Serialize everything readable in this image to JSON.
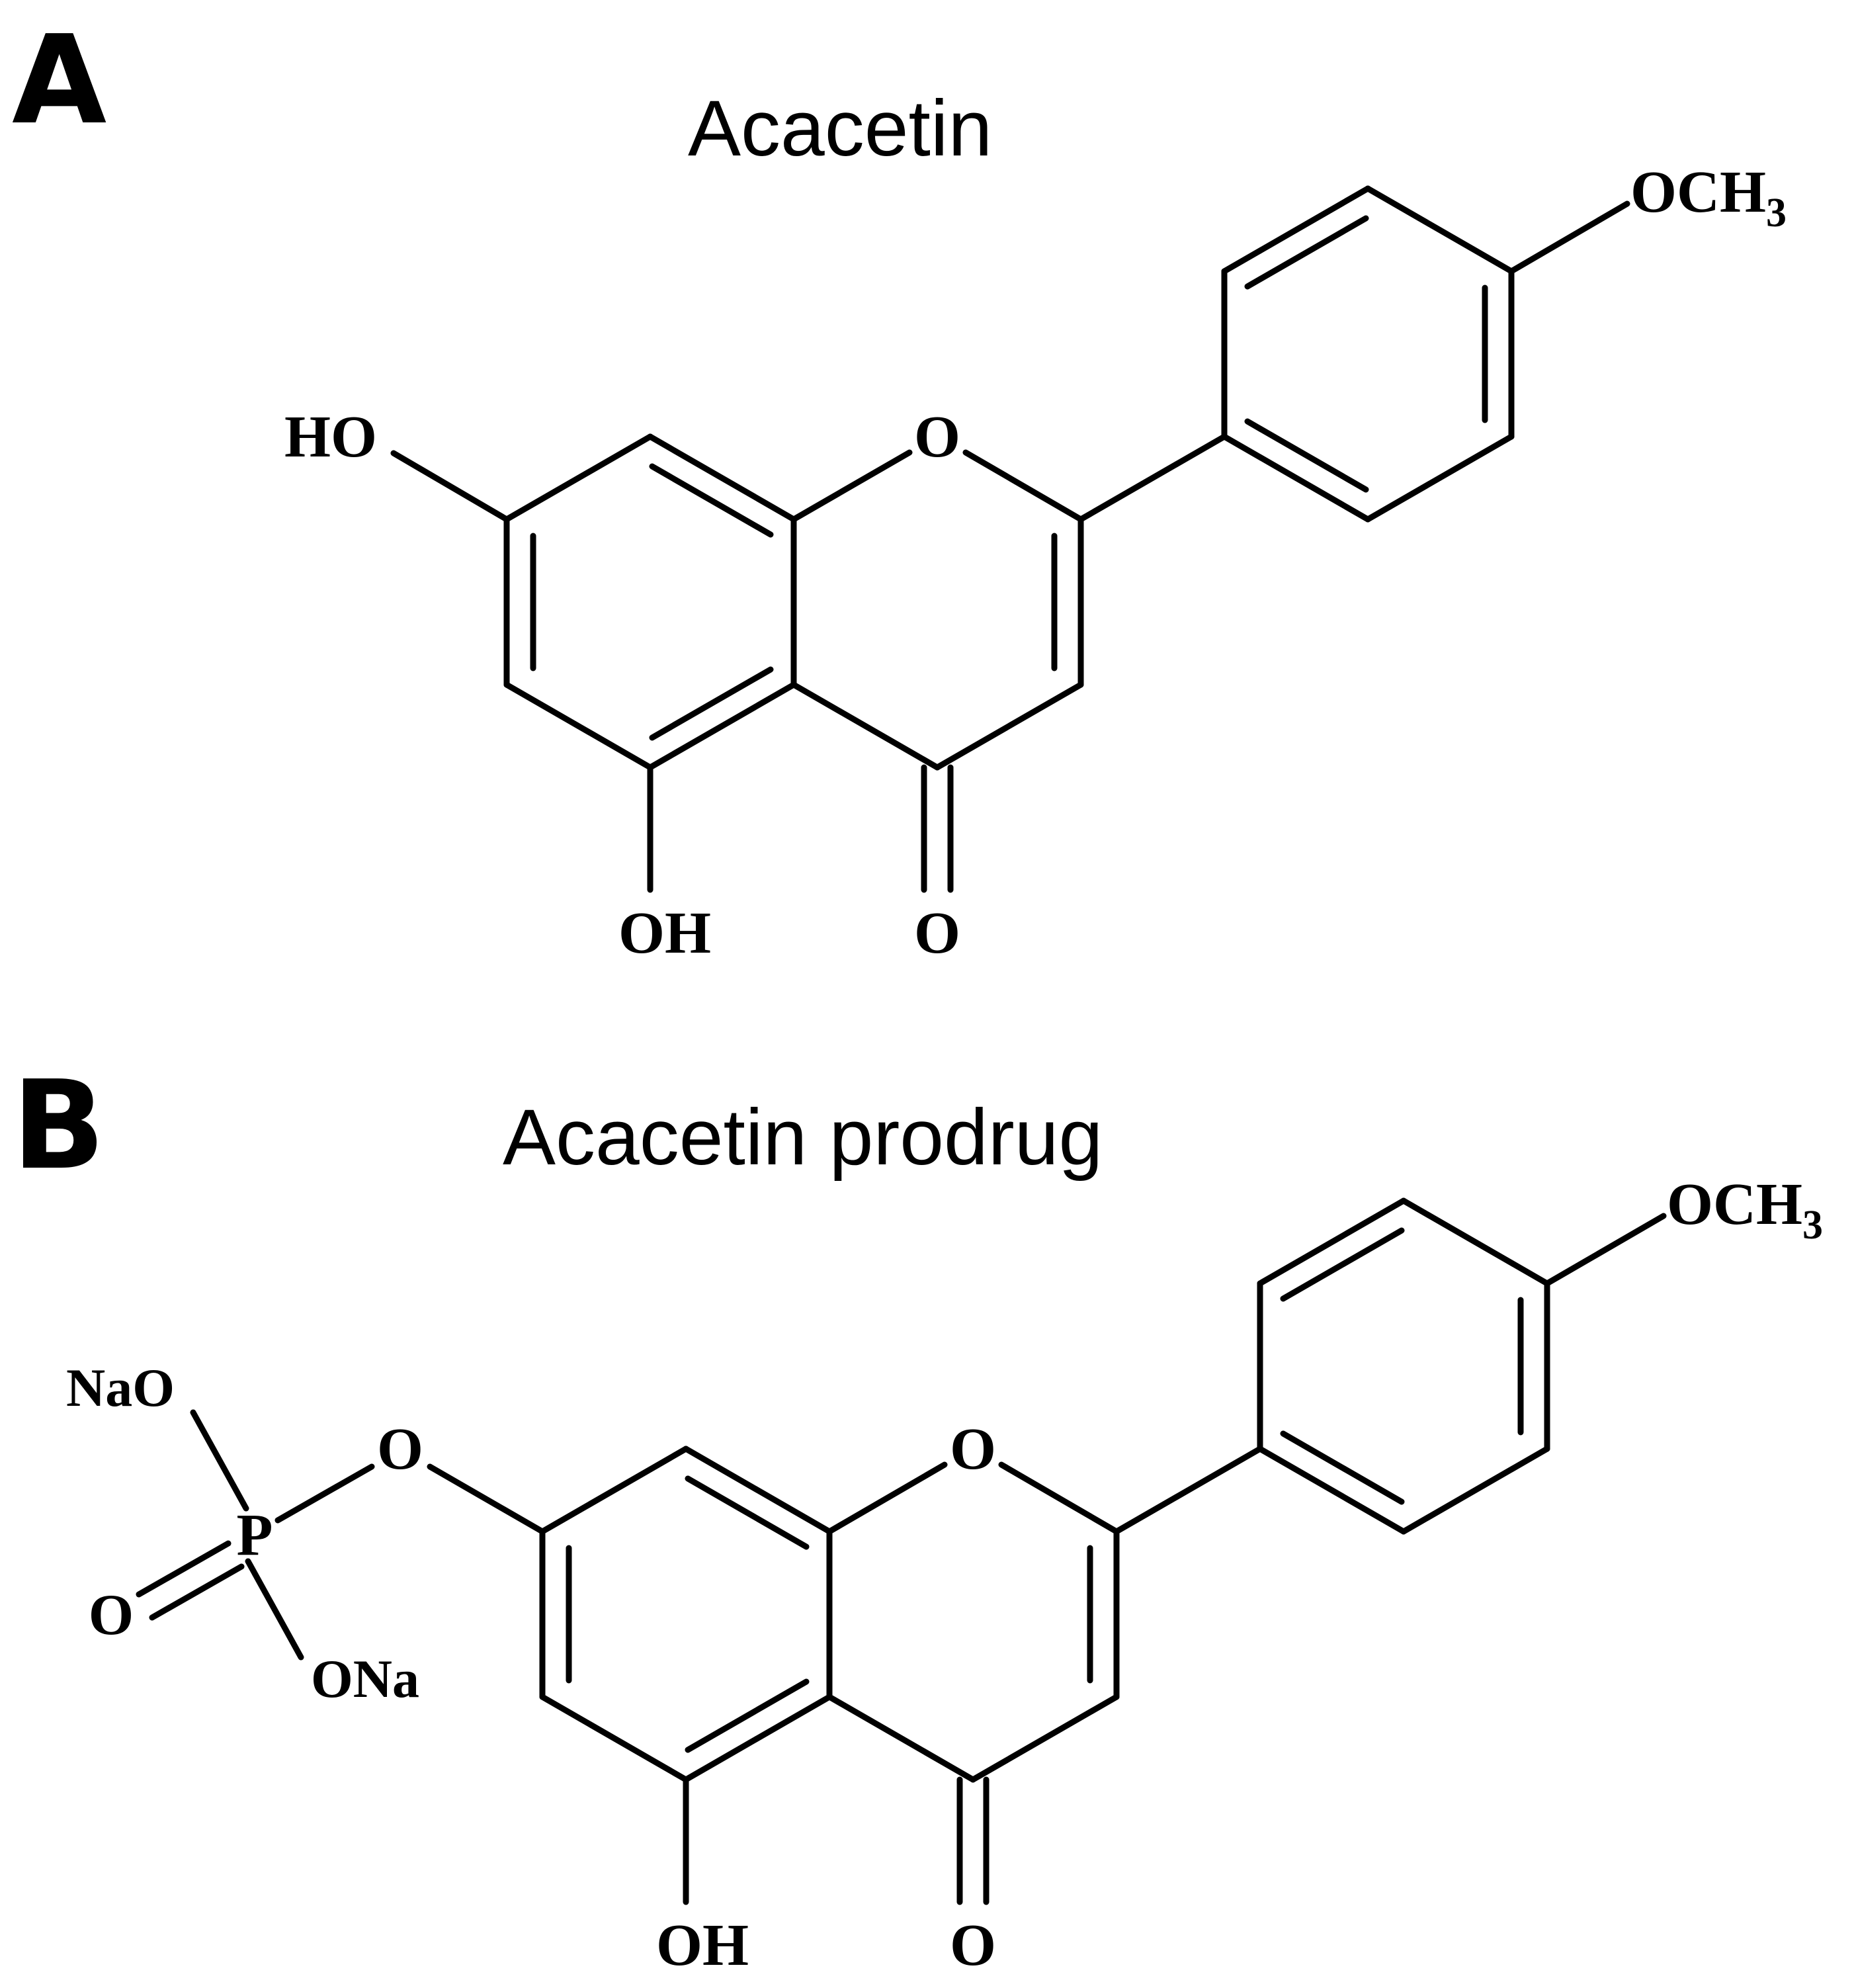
{
  "panels": [
    {
      "letter": "A",
      "title": "Acacetin",
      "labels": {
        "methoxy": "OCH",
        "methoxy_sub": "3",
        "ring_o": "O",
        "ho": "HO",
        "oh": "OH",
        "carbonyl_o": "O"
      }
    },
    {
      "letter": "B",
      "title": "Acacetin prodrug",
      "labels": {
        "methoxy": "OCH",
        "methoxy_sub": "3",
        "ring_o": "O",
        "link_o": "O",
        "p": "P",
        "nao": "NaO",
        "ona": "ONa",
        "p_o": "O",
        "oh": "OH",
        "carbonyl_o": "O"
      }
    }
  ],
  "colors": {
    "ink": "#000000",
    "background": "#ffffff"
  }
}
